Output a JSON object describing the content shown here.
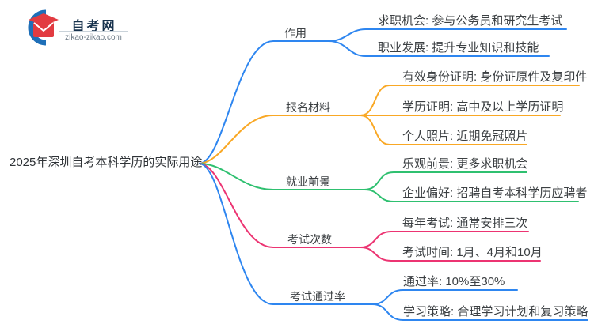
{
  "logo": {
    "site_name": "自考网",
    "site_url": "zikao-zikao.com",
    "brand_blue": "#1E6FB8",
    "brand_red": "#E23B41"
  },
  "root": {
    "label": "2025年深圳自考本科学历的实际用途"
  },
  "branches": [
    {
      "label": "作用",
      "color": "#2E86F0",
      "children": [
        "求职机会: 参与公务员和研究生考试",
        "职业发展: 提升专业知识和技能"
      ]
    },
    {
      "label": "报名材料",
      "color": "#F9A825",
      "children": [
        "有效身份证明: 身份证原件及复印件",
        "学历证明: 高中及以上学历证明",
        "个人照片: 近期免冠照片"
      ]
    },
    {
      "label": "就业前景",
      "color": "#2FC070",
      "children": [
        "乐观前景: 更多求职机会",
        "企业偏好: 招聘自考本科学历应聘者"
      ]
    },
    {
      "label": "考试次数",
      "color": "#EC3472",
      "children": [
        "每年考试: 通常安排三次",
        "考试时间: 1月、4月和10月"
      ]
    },
    {
      "label": "考试通过率",
      "color": "#2E86F0",
      "children": [
        "通过率: 10%至30%",
        "学习策略: 合理学习计划和复习策略"
      ]
    }
  ]
}
